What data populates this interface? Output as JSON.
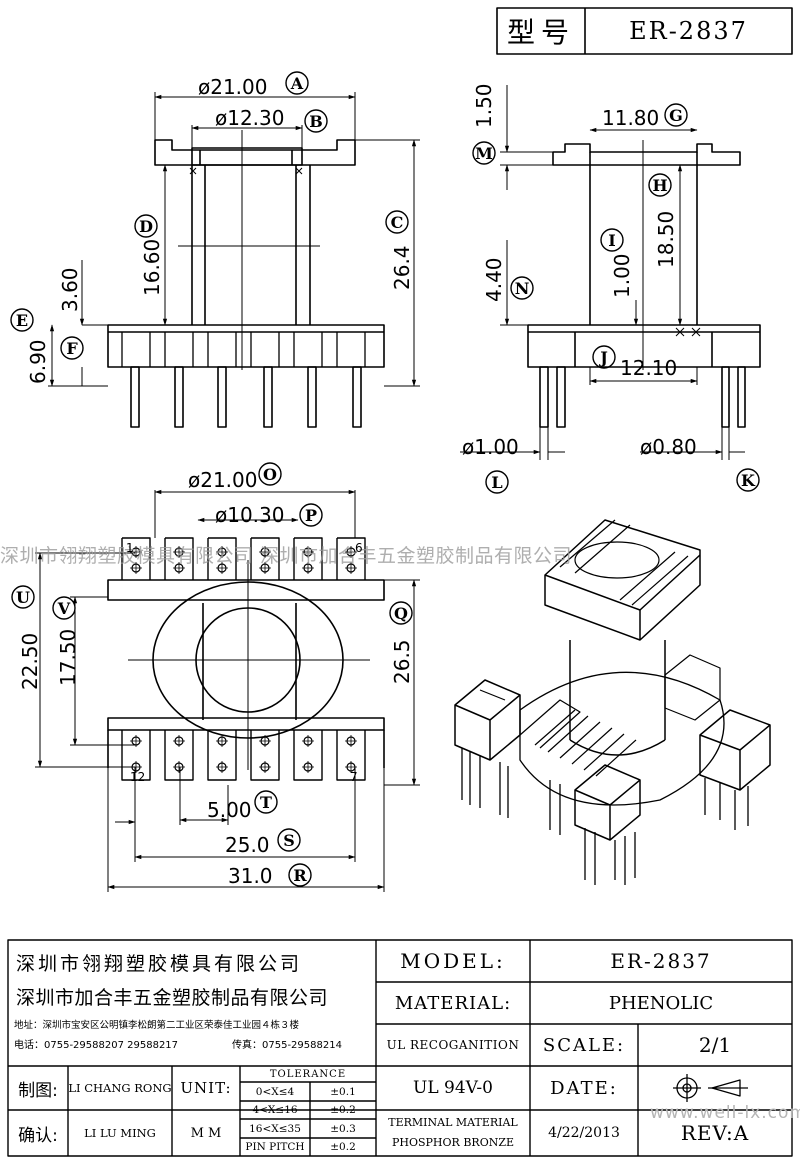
{
  "header": {
    "model_label": "型号",
    "model_value": "ER-2837"
  },
  "dimensions": {
    "d21_top": "ø21.00",
    "d12_30": "ø12.30",
    "d11_80": "11.80",
    "d1_50": "1.50",
    "d18_50": "18.50",
    "d1_00v": "1.00",
    "d4_40": "4.40",
    "d26_4": "26.4",
    "d16_60": "16.60",
    "d3_60": "3.60",
    "d6_90": "6.90",
    "d12_10": "12.10",
    "d1_00": "ø1.00",
    "d0_80": "ø0.80",
    "d21_bottom": "ø21.00",
    "d10_30": "ø10.30",
    "d22_50": "22.50",
    "d17_50": "17.50",
    "d26_5": "26.5",
    "d5_00": "5.00",
    "d25_0": "25.0",
    "d31_0": "31.0"
  },
  "markers": [
    "A",
    "B",
    "C",
    "D",
    "E",
    "F",
    "G",
    "H",
    "I",
    "J",
    "K",
    "L",
    "M",
    "N",
    "O",
    "P",
    "Q",
    "R",
    "S",
    "T",
    "U",
    "V"
  ],
  "pins": {
    "p1": "1",
    "p6": "6",
    "p12": "12",
    "p7": "7"
  },
  "watermark": "深圳市翎翔塑胶模具有限公司 深圳市加合丰五金塑胶制品有限公司",
  "title_block": {
    "company1": "深圳市翎翔塑胶模具有限公司",
    "company2": "深圳市加合丰五金塑胶制品有限公司",
    "address": "地址：深圳市宝安区公明镇李松朗第二工业区荣泰佳工业园４栋３楼",
    "phone": "电话：0755-29588207  29588217",
    "fax": "传真：0755-29588214",
    "drawn_label": "制图:",
    "drawn_name": "LI CHANG RONG",
    "confirm_label": "确认:",
    "confirm_name": "LI LU MING",
    "unit_label": "UNIT:",
    "unit_value": "M M",
    "tolerance_title": "TOLERANCE",
    "tol1_range": "0<X≤4",
    "tol1_val": "±0.1",
    "tol2_range": "4<X≤16",
    "tol2_val": "±0.2",
    "tol3_range": "16<X≤35",
    "tol3_val": "±0.3",
    "tol4_range": "PIN PITCH",
    "tol4_val": "±0.2",
    "model_label": "MODEL:",
    "model_value": "ER-2837",
    "material_label": "MATERIAL:",
    "material_value": "PHENOLIC",
    "ul_label": "UL RECOGANITION",
    "ul_value": "UL 94V-0",
    "scale_label": "SCALE:",
    "scale_value": "2/1",
    "date_label": "DATE:",
    "date_value": "4/22/2013",
    "terminal_line1": "TERMINAL MATERIAL",
    "terminal_line2": "PHOSPHOR  BRONZE",
    "rev_label": "REV:A",
    "site_watermark": "www.well-lx.com"
  }
}
